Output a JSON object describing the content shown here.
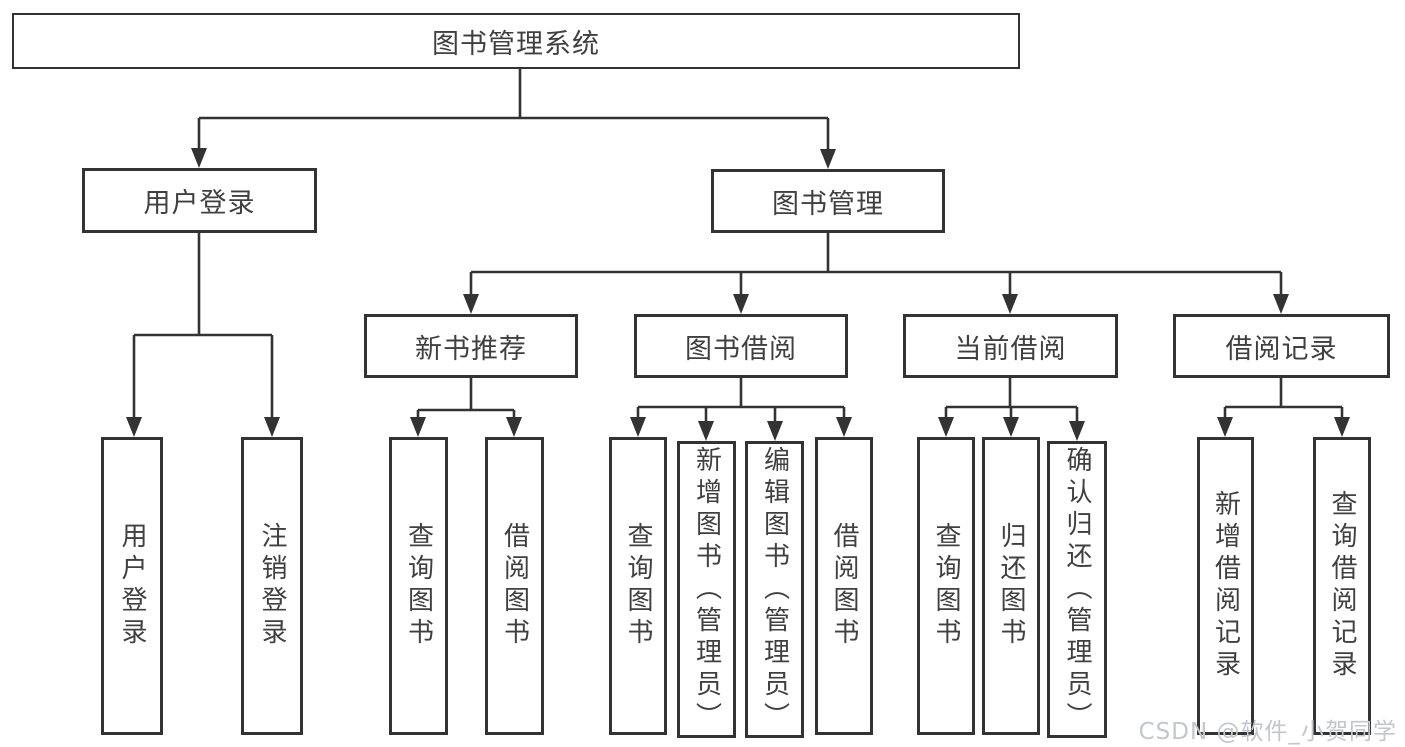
{
  "title": "图书管理系统",
  "nodes": {
    "root": "图书管理系统",
    "user_login": "用户登录",
    "book_mgmt": "图书管理",
    "new_books": "新书推荐",
    "book_borrow": "图书借阅",
    "current_borrow": "当前借阅",
    "borrow_records": "借阅记录",
    "ul_user_login": "用户登录",
    "ul_logout": "注销登录",
    "nb_query": "查询图书",
    "nb_borrow": "借阅图书",
    "bb_query": "查询图书",
    "bb_add": "新增图书（管理员）",
    "bb_edit": "编辑图书（管理员）",
    "bb_borrow": "借阅图书",
    "cb_query": "查询图书",
    "cb_return": "归还图书",
    "cb_confirm": "确认归还（管理员）",
    "br_add": "新增借阅记录",
    "br_query": "查询借阅记录"
  },
  "hierarchy": {
    "label": "图书管理系统",
    "children": [
      {
        "label": "用户登录",
        "children": [
          {
            "label": "用户登录"
          },
          {
            "label": "注销登录"
          }
        ]
      },
      {
        "label": "图书管理",
        "children": [
          {
            "label": "新书推荐",
            "children": [
              {
                "label": "查询图书"
              },
              {
                "label": "借阅图书"
              }
            ]
          },
          {
            "label": "图书借阅",
            "children": [
              {
                "label": "查询图书"
              },
              {
                "label": "新增图书（管理员）"
              },
              {
                "label": "编辑图书（管理员）"
              },
              {
                "label": "借阅图书"
              }
            ]
          },
          {
            "label": "当前借阅",
            "children": [
              {
                "label": "查询图书"
              },
              {
                "label": "归还图书"
              },
              {
                "label": "确认归还（管理员）"
              }
            ]
          },
          {
            "label": "借阅记录",
            "children": [
              {
                "label": "新增借阅记录"
              },
              {
                "label": "查询借阅记录"
              }
            ]
          }
        ]
      }
    ]
  },
  "watermark": "CSDN @软件_小贺同学",
  "colors": {
    "line": "#333333",
    "text": "#404040",
    "box_background": "#ffffff",
    "background": "#ffffff",
    "watermark": "#c3c6ca"
  }
}
